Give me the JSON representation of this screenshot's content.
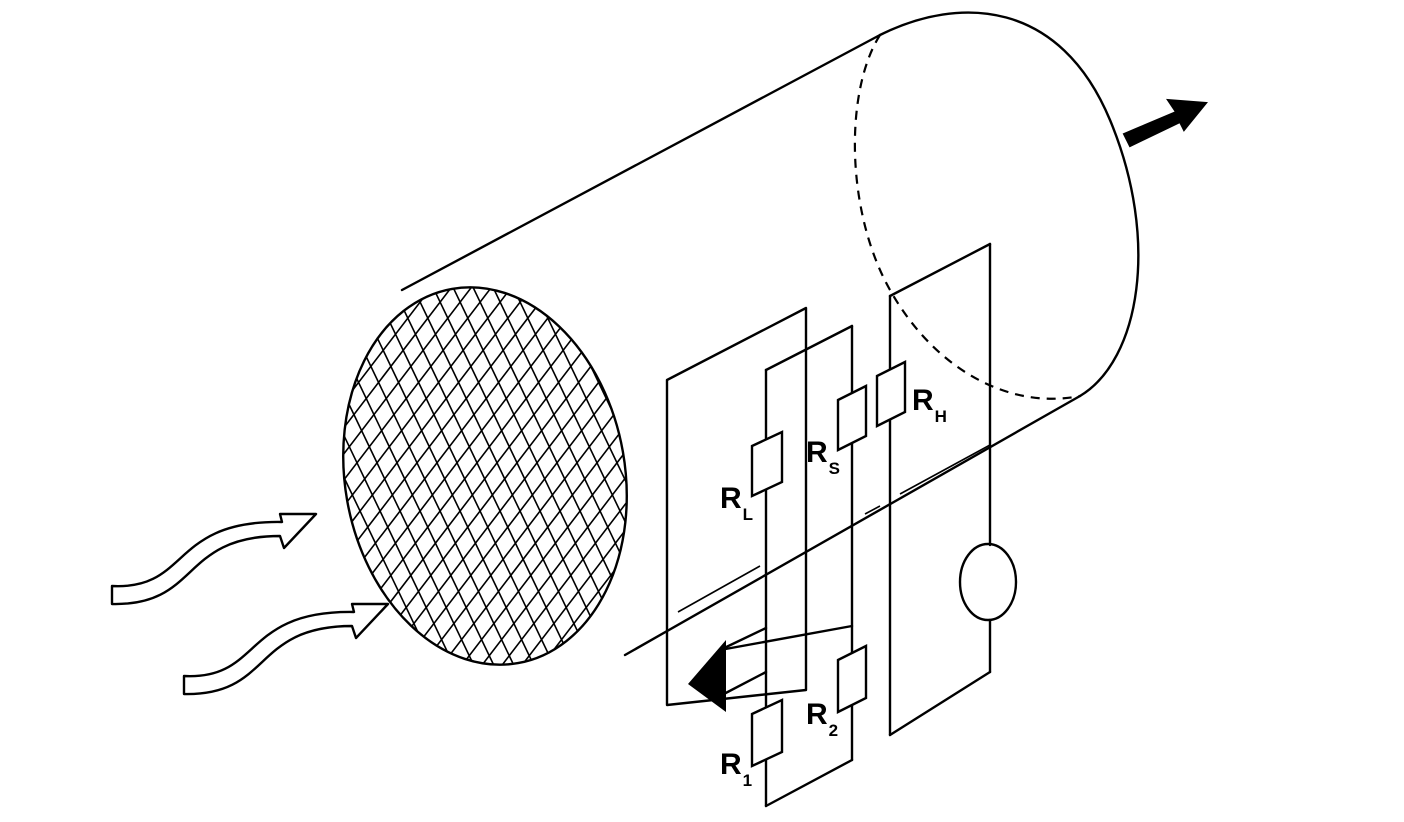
{
  "labels": {
    "rl": {
      "main": "R",
      "sub": "L"
    },
    "rs": {
      "main": "R",
      "sub": "S"
    },
    "rh": {
      "main": "R",
      "sub": "H"
    },
    "r1": {
      "main": "R",
      "sub": "1"
    },
    "r2": {
      "main": "R",
      "sub": "2"
    }
  },
  "colors": {
    "line": "#000000",
    "background": "#ffffff"
  }
}
